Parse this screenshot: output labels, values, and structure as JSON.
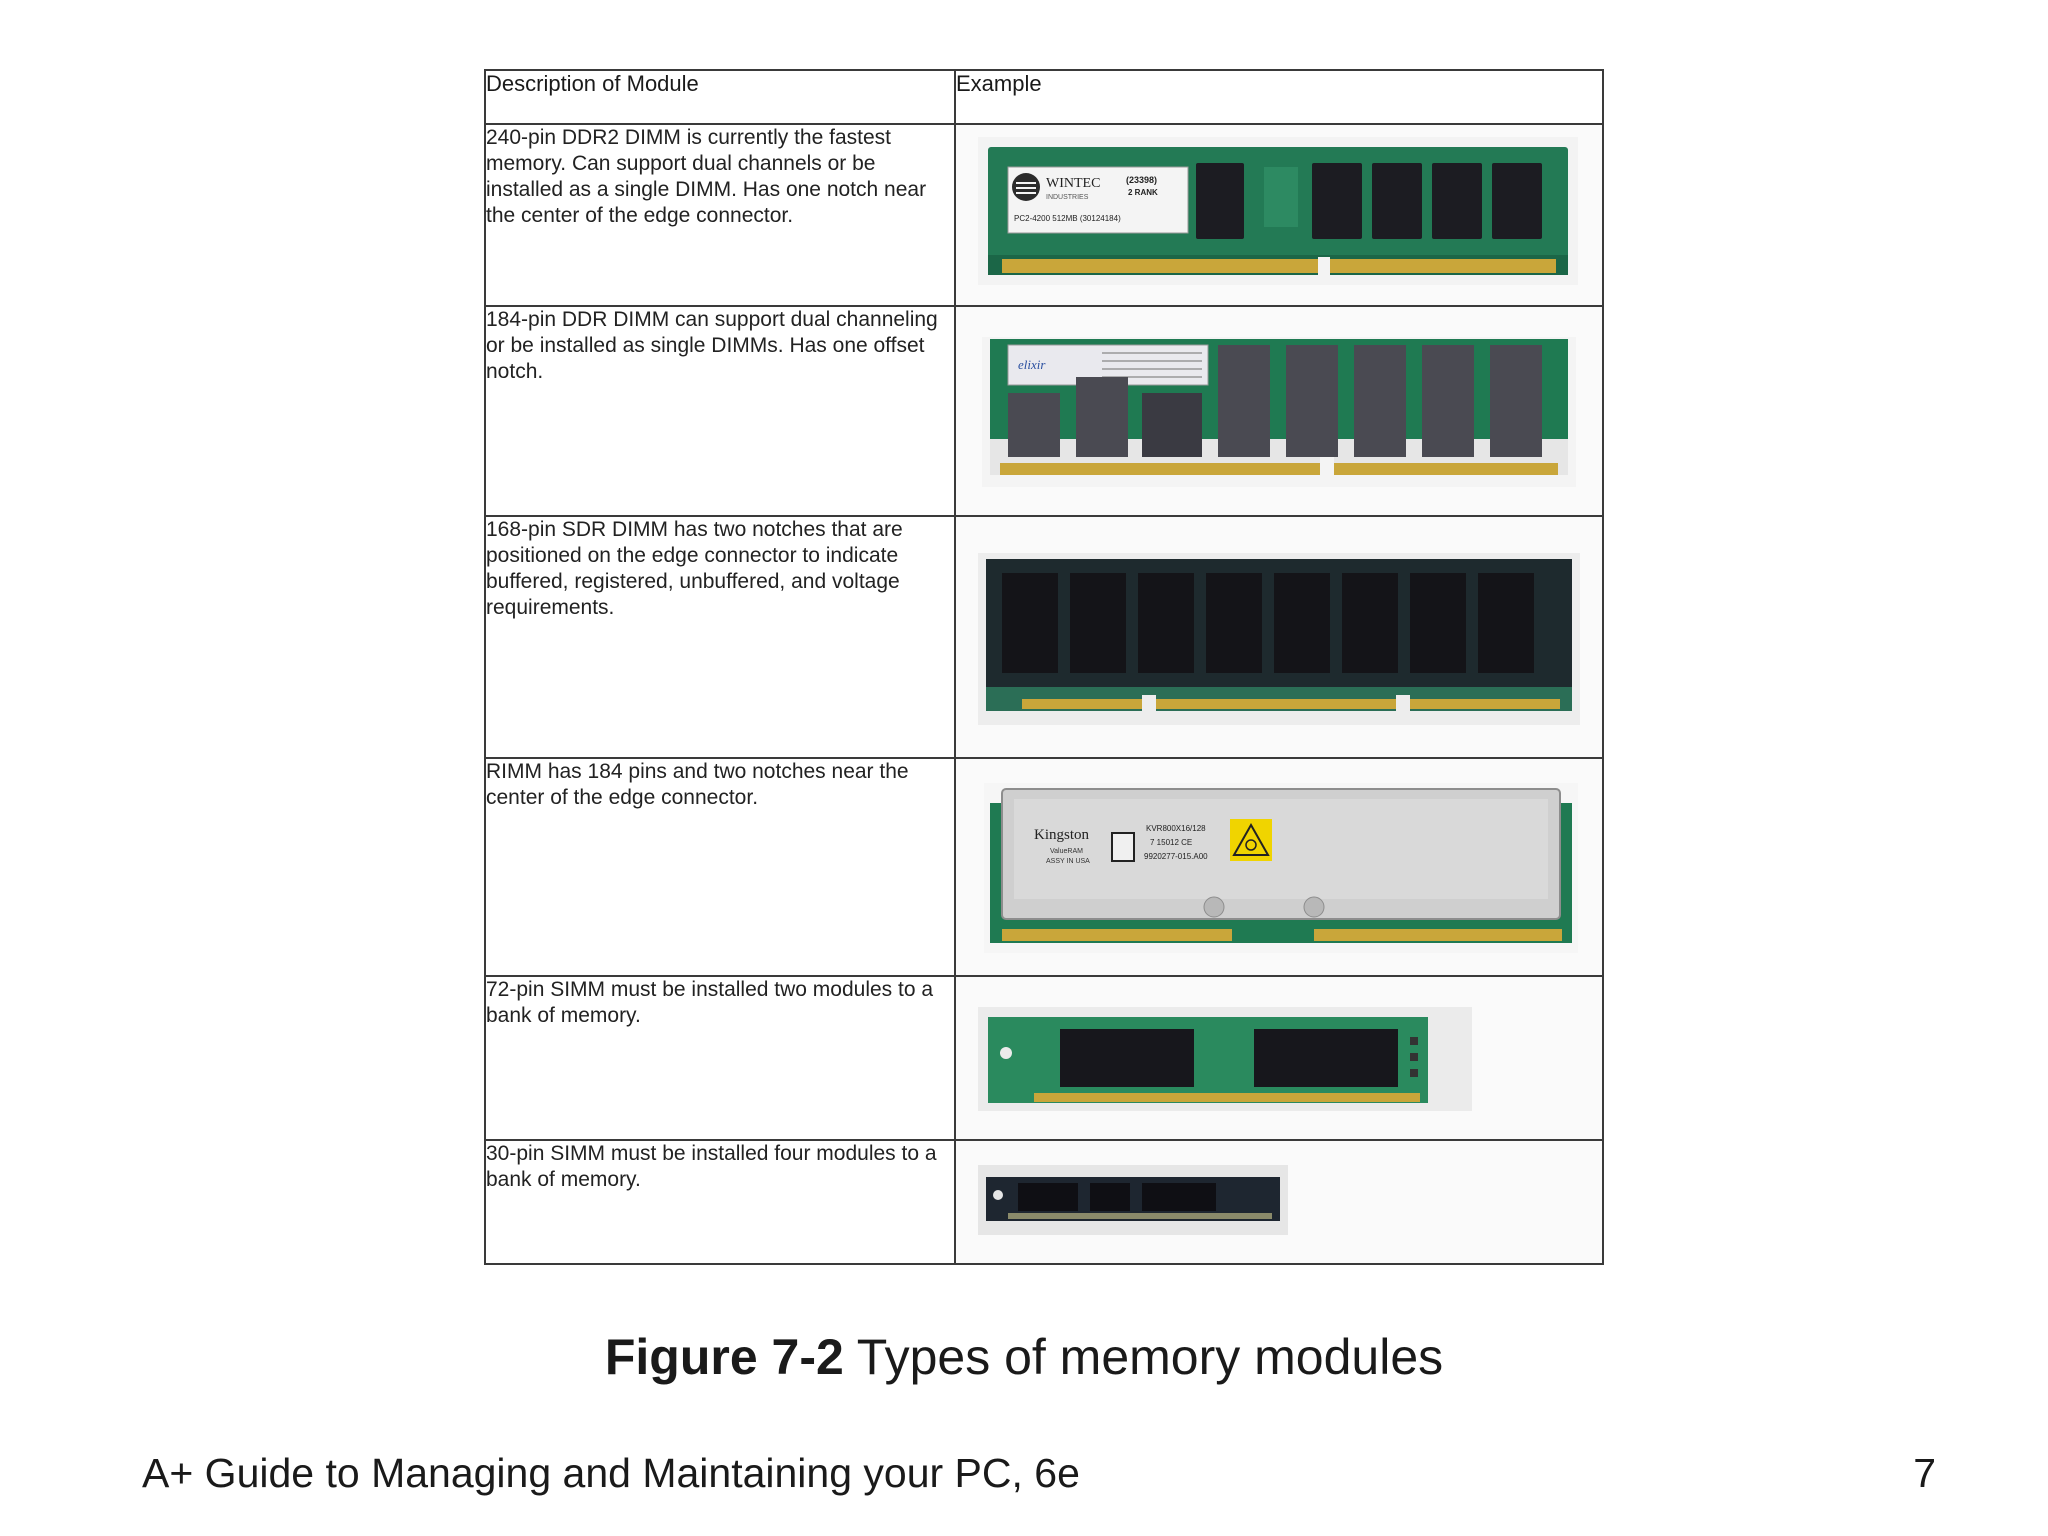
{
  "table": {
    "headers": {
      "description": "Description of Module",
      "example": "Example"
    },
    "rows": [
      {
        "description": "240-pin DDR2 DIMM is currently the fastest memory. Can support dual channels or be installed as a single DIMM. Has one notch near the center of the edge connector.",
        "image": "ddr2-dimm-module",
        "label_brand": "WINTEC",
        "label_sub": "INDUSTRIES",
        "label_code": "(23398)",
        "label_rank": "2 RANK",
        "label_part": "PC2-4200 512MB (30124184)"
      },
      {
        "description": "184-pin DDR DIMM can support dual channeling or be installed as single DIMMs. Has one offset notch.",
        "image": "ddr-dimm-module",
        "label_brand": "elixir"
      },
      {
        "description": "168-pin SDR DIMM has two notches that are positioned on the edge connector to indicate buffered, registered, unbuffered, and voltage requirements.",
        "image": "sdr-dimm-module"
      },
      {
        "description": "RIMM has 184 pins and two notches near the center of the edge connector.",
        "image": "rimm-module",
        "label_brand": "Kingston",
        "label_sub1": "ValueRAM",
        "label_sub2": "ASSY IN USA",
        "label_part": "KVR800X16/128",
        "label_code": "7 15012 CE",
        "label_assy": "9920277-015.A00"
      },
      {
        "description": "72-pin SIMM must be installed two modules to a bank of memory.",
        "image": "simm72-module"
      },
      {
        "description": "30-pin SIMM must be installed four modules to a bank of memory.",
        "image": "simm30-module"
      }
    ]
  },
  "caption": {
    "figure_number": "Figure 7-2",
    "title": " Types of memory modules"
  },
  "footer": {
    "book_title": "A+ Guide to Managing and Maintaining your PC, 6e",
    "page_number": "7"
  },
  "colors": {
    "pcb_green": "#1f7a52",
    "chip_black": "#1c1c22",
    "gold_contacts": "#c9a63a",
    "rimm_silver": "#c8c8c8",
    "table_border": "#3a3a3a"
  }
}
